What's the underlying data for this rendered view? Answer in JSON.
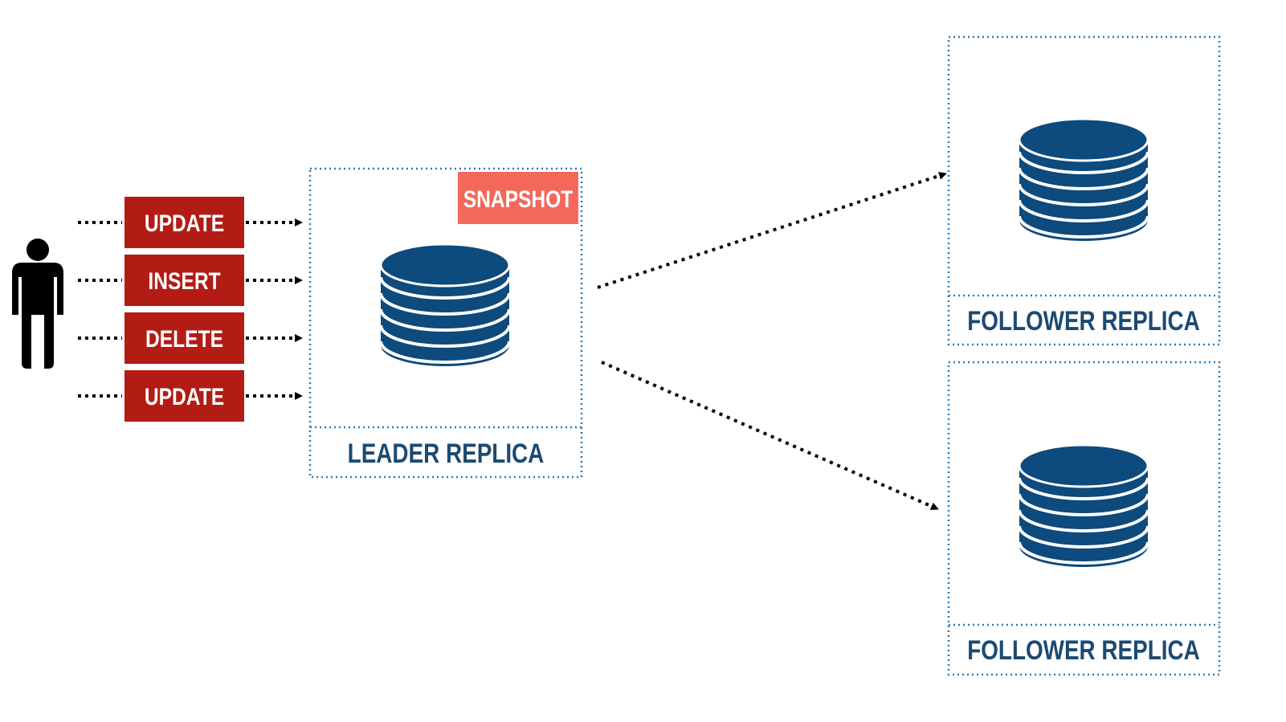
{
  "operations": [
    "UPDATE",
    "INSERT",
    "DELETE",
    "UPDATE"
  ],
  "leader": {
    "label": "LEADER REPLICA",
    "badge": "SNAPSHOT"
  },
  "followers": [
    {
      "label": "FOLLOWER REPLICA"
    },
    {
      "label": "FOLLOWER REPLICA"
    }
  ],
  "icons": {
    "user": "person-icon",
    "database": "database-icon"
  },
  "colors": {
    "operation_box": "#b21c15",
    "snapshot_badge": "#f4685c",
    "replica_text": "#1b4a72",
    "database": "#0d4a7d",
    "dotted_border": "#2b79b7",
    "arrow": "#000000",
    "person": "#000000"
  }
}
